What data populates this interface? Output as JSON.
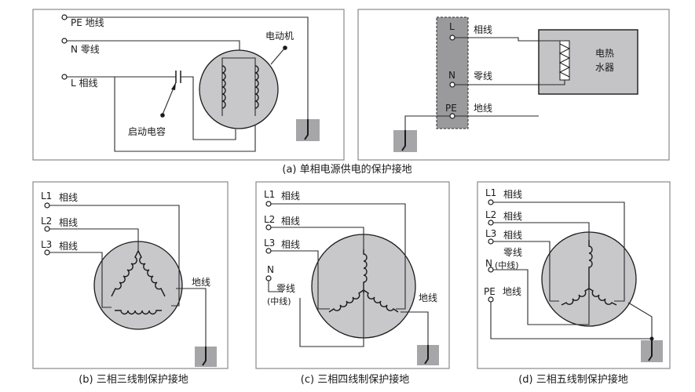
{
  "panel_a_left": {
    "pe_label": "PE 地线",
    "n_label": "N  零线",
    "l_label": "L  相线",
    "motor_label": "电动机",
    "capacitor_label": "启动电容"
  },
  "panel_a_right": {
    "l_terminal": "L",
    "l_label": "相线",
    "n_terminal": "N",
    "n_label": "零线",
    "pe_terminal": "PE",
    "pe_label": "地线",
    "heater_line1": "电热",
    "heater_line2": "水器"
  },
  "caption_a": "(a) 单相电源供电的保护接地",
  "panel_b": {
    "l1": "L1",
    "l1_label": "相线",
    "l2": "L2",
    "l2_label": "相线",
    "l3": "L3",
    "l3_label": "相线",
    "ground_label": "地线",
    "caption": "(b) 三相三线制保护接地"
  },
  "panel_c": {
    "l1": "L1",
    "l1_label": "相线",
    "l2": "L2",
    "l2_label": "相线",
    "l3": "L3",
    "l3_label": "相线",
    "n": "N",
    "n_label1": "零线",
    "n_label2": "(中线)",
    "ground_label": "地线",
    "caption": "(c) 三相四线制保护接地"
  },
  "panel_d": {
    "l1": "L1",
    "l1_label": "相线",
    "l2": "L2",
    "l2_label": "相线",
    "l3": "L3",
    "l3_label": "相线",
    "n_label1": "零线",
    "n": "N",
    "n_label2": "(中线)",
    "pe": "PE",
    "pe_label": "地线",
    "caption": "(d) 三相五线制保护接地"
  },
  "colors": {
    "circle_fill": "#c8c8ca",
    "heater_fill": "#c4c4c6",
    "terminal_bar_fill": "#9a9a9c",
    "ground_fill": "#a6a6a8",
    "frame_stroke": "#8a8a8a",
    "wire_stroke": "#2a2a2a"
  }
}
